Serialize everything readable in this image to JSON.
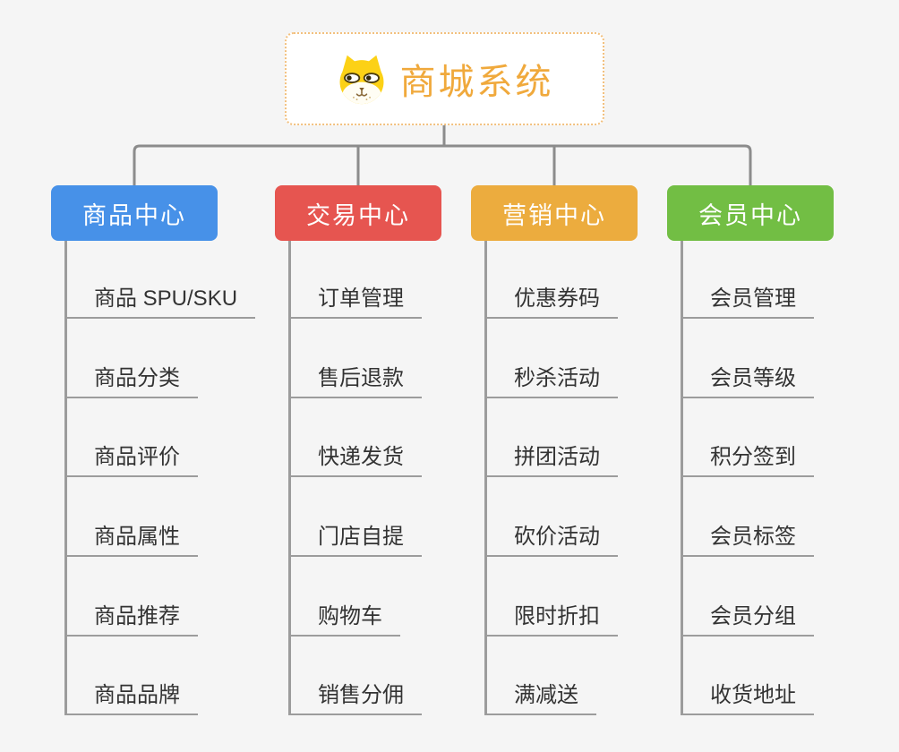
{
  "root": {
    "title": "商城系统",
    "icon": "dog-face-icon"
  },
  "branches": [
    {
      "label": "商品中心",
      "color": "#4791E8",
      "items": [
        "商品 SPU/SKU",
        "商品分类",
        "商品评价",
        "商品属性",
        "商品推荐",
        "商品品牌"
      ]
    },
    {
      "label": "交易中心",
      "color": "#E65550",
      "items": [
        "订单管理",
        "售后退款",
        "快递发货",
        "门店自提",
        "购物车",
        "销售分佣"
      ]
    },
    {
      "label": "营销中心",
      "color": "#ECAC3E",
      "items": [
        "优惠券码",
        "秒杀活动",
        "拼团活动",
        "砍价活动",
        "限时折扣",
        "满减送"
      ]
    },
    {
      "label": "会员中心",
      "color": "#72BE44",
      "items": [
        "会员管理",
        "会员等级",
        "积分签到",
        "会员标签",
        "会员分组",
        "收货地址"
      ]
    }
  ],
  "colors": {
    "background": "#F5F5F5",
    "root_background": "#FFFFFF",
    "root_border": "#F2C07E",
    "root_title": "#F0A93C",
    "icon_yellow": "#FCD116",
    "connector": "#8C8C8C",
    "underline": "#9C9C9C",
    "item_text": "#333333"
  }
}
